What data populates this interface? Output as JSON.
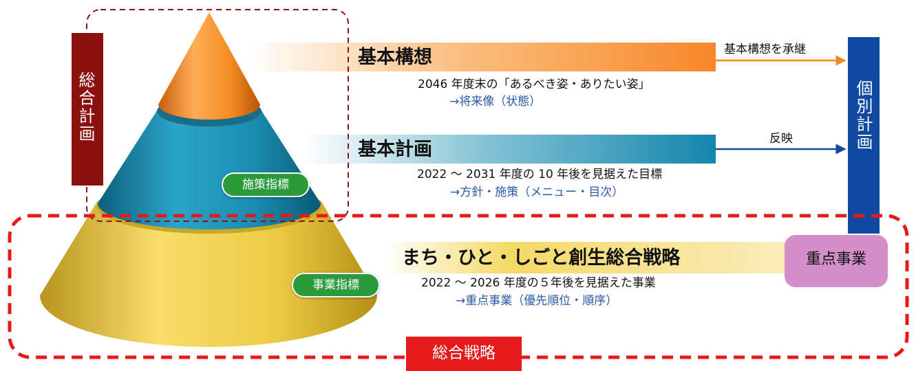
{
  "colors": {
    "orange": "#f7932b",
    "teal": "#1b8fb0",
    "yellow": "#f2d24a",
    "navy": "#0f4aa0",
    "maroon": "#8b1010",
    "red": "#e51b1b",
    "green": "#2a9a3b",
    "pink": "#d38fc9"
  },
  "left_label": "総合計画",
  "right_box": "個別計画",
  "bands": {
    "vision": {
      "title": "基本構想",
      "desc": "2046 年度末の「あるべき姿・ありたい姿」",
      "sub": "→将来像（状態）",
      "arrow_label": "基本構想を承継"
    },
    "basic_plan": {
      "title": "基本計画",
      "desc": "2022 ～ 2031 年度の 10 年後を見据えた目標",
      "sub": "→方針・施策（メニュー・目次）",
      "arrow_label": "反映"
    },
    "strategy": {
      "title": "まち・ひと・しごと創生総合戦略",
      "desc": "2022 ～ 2026 年度の５年後を見据えた事業",
      "sub": "→重点事業（優先順位・順序）"
    }
  },
  "pills": {
    "policy_indicator": "施策指標",
    "project_indicator": "事業指標"
  },
  "priority_box": "重点事業",
  "bottom_label": "総合戦略"
}
